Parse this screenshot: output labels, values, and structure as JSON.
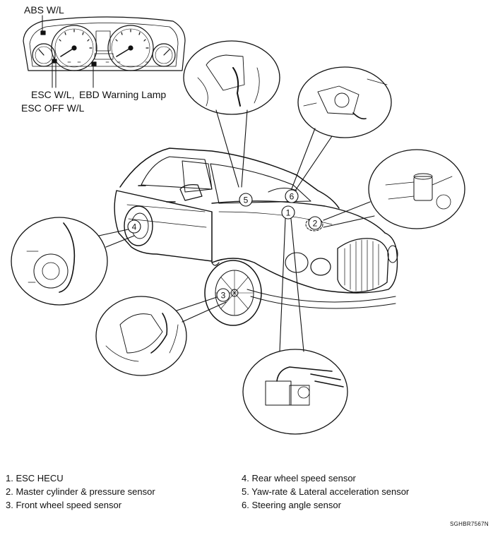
{
  "callouts": {
    "abs": "ABS W/L",
    "esc": "ESC W/L,",
    "ebd": "EBD Warning Lamp",
    "esc_off": "ESC OFF W/L"
  },
  "markers": [
    "1",
    "2",
    "3",
    "4",
    "5",
    "6"
  ],
  "legend_left": [
    "1.  ESC HECU",
    "2.  Master cylinder & pressure sensor",
    "3.  Front wheel speed sensor"
  ],
  "legend_right": [
    "4.  Rear wheel speed sensor",
    "5.  Yaw-rate & Lateral acceleration sensor",
    "6.  Steering angle sensor"
  ],
  "figure_code": "SGHBR7567N"
}
